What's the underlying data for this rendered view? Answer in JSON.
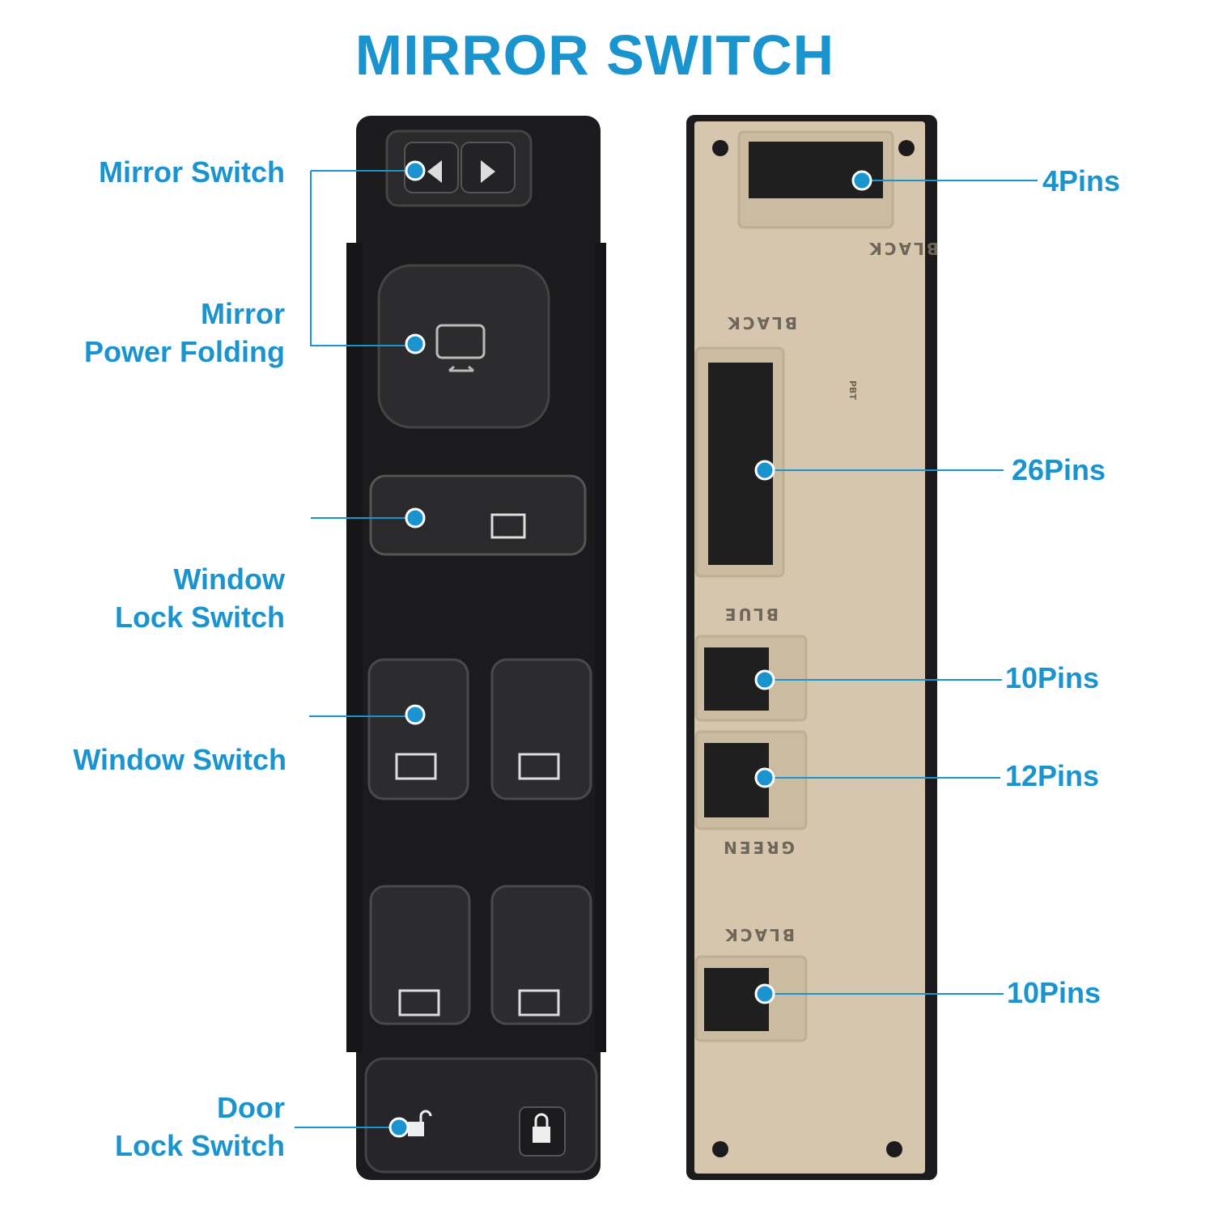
{
  "title": "MIRROR SWITCH",
  "left_labels": {
    "mirror_switch": "Mirror Switch",
    "mirror_power_folding_1": "Mirror",
    "mirror_power_folding_2": "Power Folding",
    "window_lock_1": "Window",
    "window_lock_2": "Lock Switch",
    "window_switch": "Window Switch",
    "door_lock_1": "Door",
    "door_lock_2": "Lock Switch"
  },
  "right_labels": {
    "pins_4": "4Pins",
    "pins_26": "26Pins",
    "pins_10a": "10Pins",
    "pins_12": "12Pins",
    "pins_10b": "10Pins"
  },
  "molded_text": {
    "c1": "BLACK",
    "c2": "BLACK",
    "c3": "BLUE",
    "c4": "GREEN",
    "c5": "BLACK",
    "recycle": "PBT"
  },
  "colors": {
    "accent": "#1a94cf",
    "housing_dark": "#1b1b1d",
    "housing_beige": "#d6c6ad"
  }
}
